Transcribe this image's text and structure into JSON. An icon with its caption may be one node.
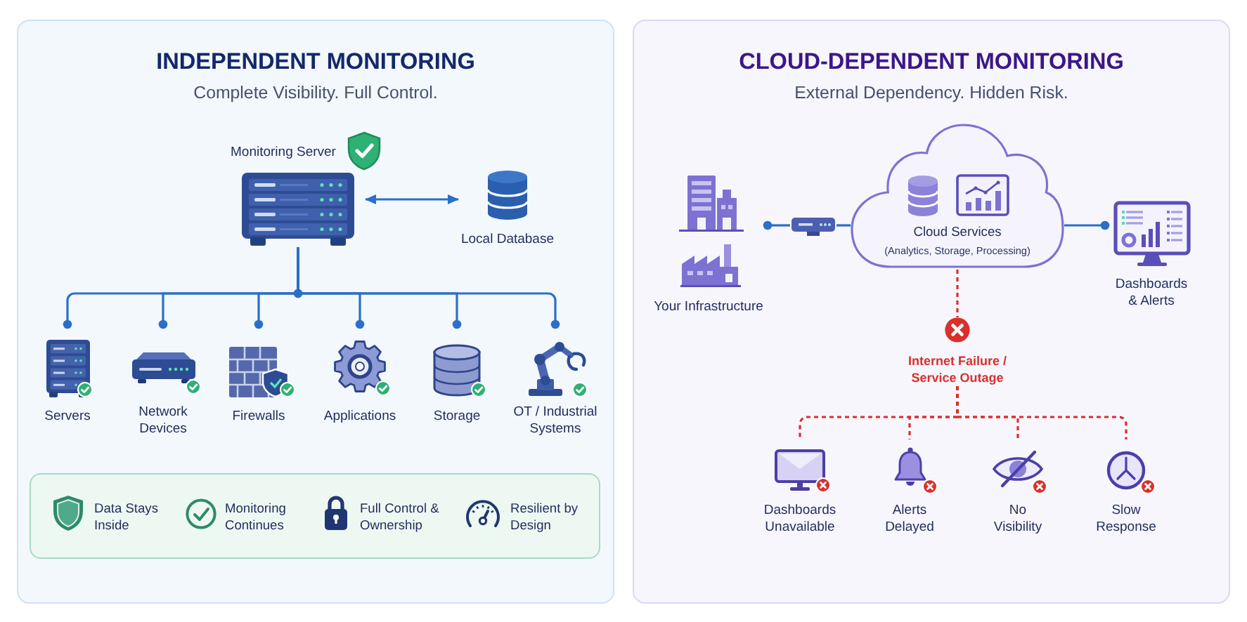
{
  "diagram": {
    "nodes": [
      {
        "text": [
          "INDEPENDENT MONITORING",
          "Complete Visibility. Full Control."
        ]
      },
      {
        "text": [
          "Monitoring Server"
        ],
        "in": 0
      },
      {
        "text": [
          "Local Database"
        ],
        "in": 0
      },
      {
        "text": [
          "Servers"
        ],
        "in": 0
      },
      {
        "text": [
          "Network Devices"
        ],
        "in": 0
      },
      {
        "text": [
          "Firewalls"
        ],
        "in": 0
      },
      {
        "text": [
          "Applications"
        ],
        "in": 0
      },
      {
        "text": [
          "Storage"
        ],
        "in": 0
      },
      {
        "text": [
          "OT / Industrial Systems"
        ],
        "in": 0
      },
      {
        "text": [
          "Data Stays Inside",
          "Monitoring Continues",
          "Full Control & Ownership",
          "Resilient by Design"
        ],
        "in": 0
      },
      {
        "text": [
          "CLOUD-DEPENDENT MONITORING",
          "External Dependency. Hidden Risk."
        ]
      },
      {
        "text": [
          "Your Infrastructure"
        ],
        "in": 10
      },
      {
        "text": [],
        "shape": "picture",
        "in": 10
      },
      {
        "text": [
          "Cloud Services",
          "(Analytics, Storage, Processing)"
        ],
        "in": 10
      },
      {
        "text": [
          "Dashboards & Alerts"
        ],
        "in": 10
      },
      {
        "text": [
          "Internet Failure / Service Outage"
        ],
        "in": 10
      },
      {
        "text": [
          "Dashboards Unavailable"
        ],
        "in": 10
      },
      {
        "text": [
          "Alerts Delayed"
        ],
        "in": 10
      },
      {
        "text": [
          "No Visibility"
        ],
        "in": 10
      },
      {
        "text": [
          "Slow Response"
        ],
        "in": 10
      }
    ],
    "edges": [
      {
        "from": 1,
        "to": 2,
        "arrow": "both"
      },
      {
        "from": 1,
        "to": 3,
        "arrow": "other"
      },
      {
        "from": 1,
        "to": 4,
        "arrow": "other"
      },
      {
        "from": 1,
        "to": 5,
        "arrow": "other"
      },
      {
        "from": 1,
        "to": 6,
        "arrow": "other"
      },
      {
        "from": 1,
        "to": 7,
        "arrow": "other"
      },
      {
        "from": 1,
        "to": 8,
        "arrow": "other"
      },
      {
        "from": 12,
        "to": 11,
        "arrow": "other"
      },
      {
        "from": 12,
        "to": 13,
        "arrow": "none"
      },
      {
        "from": 13,
        "to": 14,
        "arrow": "other"
      },
      {
        "from": 13,
        "to": 15,
        "arrow": "none",
        "style": "dashed",
        "color": "#d9302c"
      },
      {
        "from": 15,
        "to": 16,
        "arrow": "none",
        "style": "dashed",
        "color": "#d9302c"
      },
      {
        "from": 15,
        "to": 17,
        "arrow": "none",
        "style": "dashed",
        "color": "#d9302c"
      },
      {
        "from": 15,
        "to": 18,
        "arrow": "none",
        "style": "dashed",
        "color": "#d9302c"
      },
      {
        "from": 15,
        "to": 19,
        "arrow": "none",
        "style": "dashed",
        "color": "#d9302c"
      }
    ]
  }
}
